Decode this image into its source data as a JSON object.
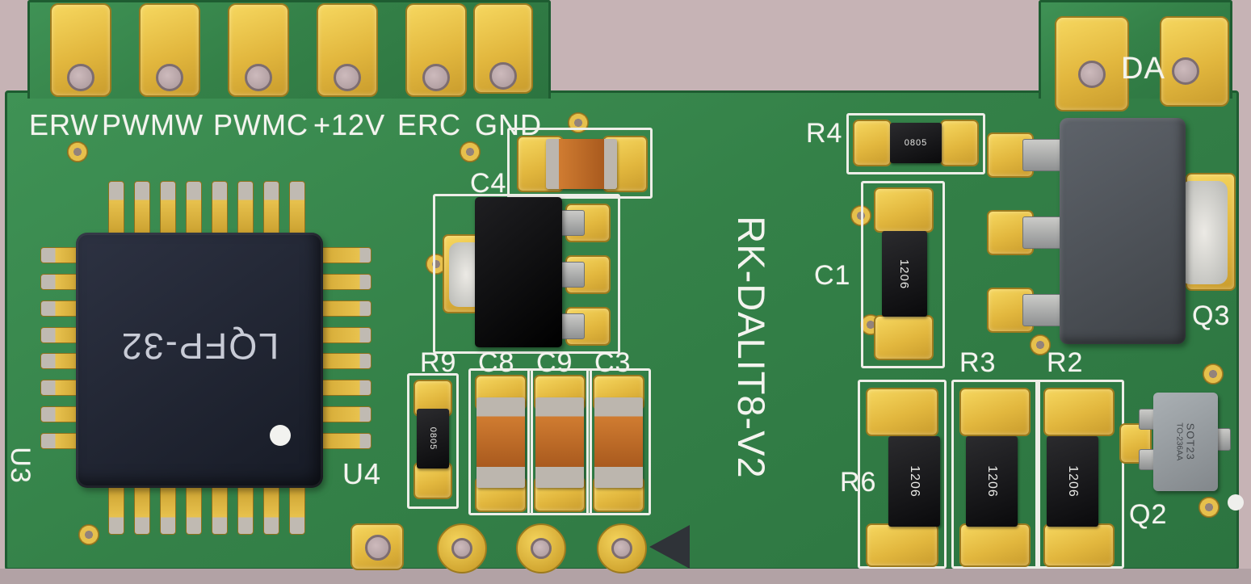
{
  "board": {
    "silkscreen_title": "RK-DALIT8-V2",
    "colors": {
      "pcb_green": "#348148",
      "pad_gold": "#e8c24e",
      "silkscreen_white": "#f4f4ef",
      "background_pink": "#c6b3b5",
      "capacitor_orange": "#b5661f",
      "ic_body": "#1d2230"
    }
  },
  "connectors": {
    "left_labels": [
      "ERW",
      "PWMW",
      "PWMC",
      "+12V",
      "ERC",
      "GND"
    ],
    "right_label": "DA"
  },
  "mcu": {
    "ref_u3": "U3",
    "ref_u4": "U4",
    "package_marking": "LQFP-32"
  },
  "parts": {
    "c4_label": "C4",
    "row_labels": [
      "R9",
      "C8",
      "C9",
      "C3"
    ],
    "r9_marking": "0805",
    "r4_label": "R4",
    "r4_marking": "0805",
    "c1_label": "C1",
    "c1_marking": "1206",
    "q3_label": "Q3",
    "r3_label": "R3",
    "r2_label": "R2",
    "r6_label": "R6",
    "bank_markings": [
      "1206",
      "1206",
      "1206"
    ],
    "q2_label": "Q2",
    "q2_marking_line1": "SOT23",
    "q2_marking_line2": "TO-236AA"
  }
}
